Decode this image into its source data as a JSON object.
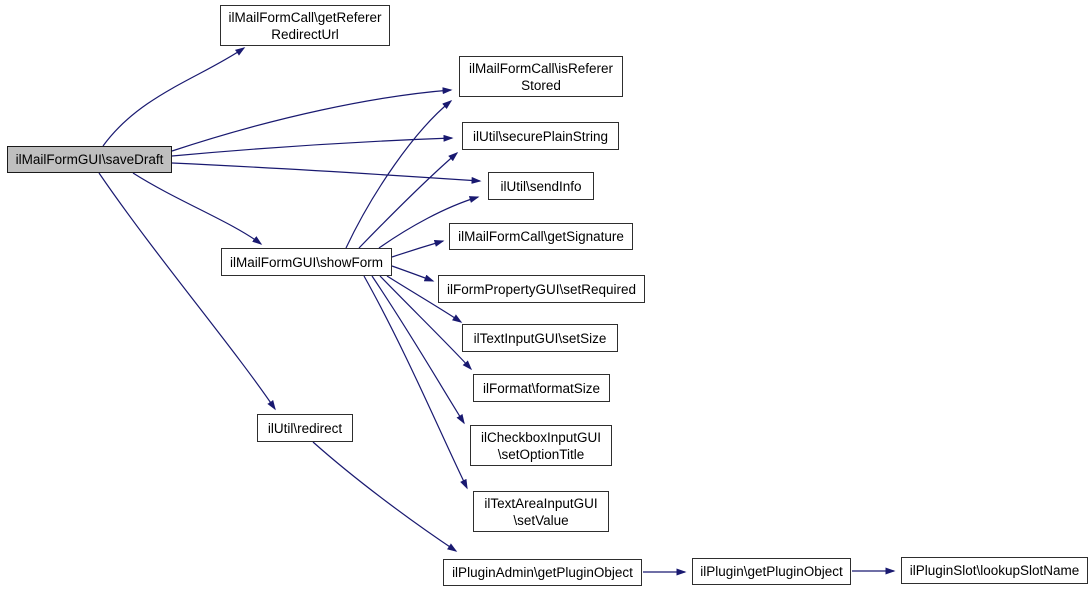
{
  "graph": {
    "type": "call-graph",
    "colors": {
      "background": "#ffffff",
      "edge": "#191970",
      "node_fill": "#ffffff",
      "node_border": "#2e2e2e",
      "highlight_fill": "#bfbfbf",
      "text": "#000000"
    },
    "nodes": {
      "saveDraft": {
        "label": "ilMailFormGUI\\saveDraft",
        "highlighted": true
      },
      "getRefererRedirectUrl": {
        "label": "ilMailFormCall\\getReferer\nRedirectUrl"
      },
      "isRefererStored": {
        "label": "ilMailFormCall\\isReferer\nStored"
      },
      "securePlainString": {
        "label": "ilUtil\\securePlainString"
      },
      "sendInfo": {
        "label": "ilUtil\\sendInfo"
      },
      "showForm": {
        "label": "ilMailFormGUI\\showForm"
      },
      "getSignature": {
        "label": "ilMailFormCall\\getSignature"
      },
      "setRequired": {
        "label": "ilFormPropertyGUI\\setRequired"
      },
      "setSize": {
        "label": "ilTextInputGUI\\setSize"
      },
      "formatSize": {
        "label": "ilFormat\\formatSize"
      },
      "setOptionTitle": {
        "label": "ilCheckboxInputGUI\n\\setOptionTitle"
      },
      "setValue": {
        "label": "ilTextAreaInputGUI\n\\setValue"
      },
      "redirect": {
        "label": "ilUtil\\redirect"
      },
      "pluginAdminGetPluginObject": {
        "label": "ilPluginAdmin\\getPluginObject"
      },
      "pluginGetPluginObject": {
        "label": "ilPlugin\\getPluginObject"
      },
      "lookupSlotName": {
        "label": "ilPluginSlot\\lookupSlotName"
      }
    },
    "edges": [
      {
        "from": "saveDraft",
        "to": "getRefererRedirectUrl"
      },
      {
        "from": "saveDraft",
        "to": "isRefererStored"
      },
      {
        "from": "saveDraft",
        "to": "securePlainString"
      },
      {
        "from": "saveDraft",
        "to": "sendInfo"
      },
      {
        "from": "saveDraft",
        "to": "showForm"
      },
      {
        "from": "saveDraft",
        "to": "redirect"
      },
      {
        "from": "showForm",
        "to": "isRefererStored"
      },
      {
        "from": "showForm",
        "to": "securePlainString"
      },
      {
        "from": "showForm",
        "to": "sendInfo"
      },
      {
        "from": "showForm",
        "to": "getSignature"
      },
      {
        "from": "showForm",
        "to": "setRequired"
      },
      {
        "from": "showForm",
        "to": "setSize"
      },
      {
        "from": "showForm",
        "to": "formatSize"
      },
      {
        "from": "showForm",
        "to": "setOptionTitle"
      },
      {
        "from": "showForm",
        "to": "setValue"
      },
      {
        "from": "redirect",
        "to": "pluginAdminGetPluginObject"
      },
      {
        "from": "pluginAdminGetPluginObject",
        "to": "pluginGetPluginObject"
      },
      {
        "from": "pluginGetPluginObject",
        "to": "lookupSlotName"
      }
    ]
  }
}
